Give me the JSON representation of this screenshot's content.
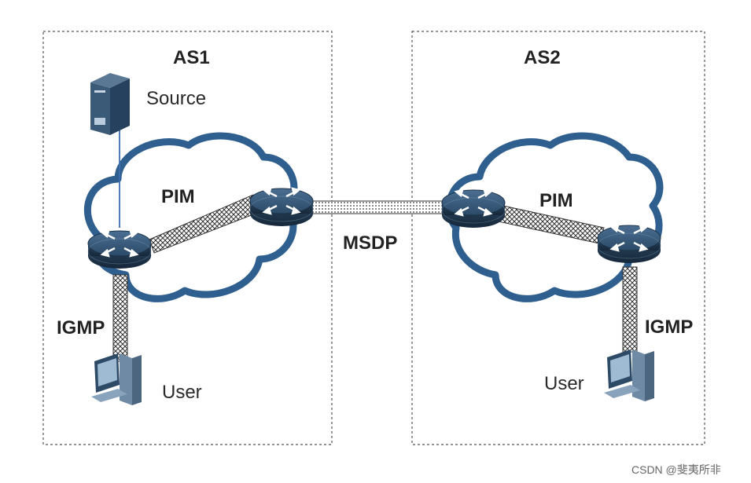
{
  "domains": [
    {
      "name": "AS1"
    },
    {
      "name": "AS2"
    }
  ],
  "labels": {
    "source": "Source",
    "pim_left": "PIM",
    "pim_right": "PIM",
    "msdp": "MSDP",
    "igmp_left": "IGMP",
    "igmp_right": "IGMP",
    "user_left": "User",
    "user_right": "User"
  },
  "watermark": "CSDN @斐夷所非",
  "colors": {
    "cloud_stroke": "#2f5f8f",
    "router_fill": "#2f4f6f",
    "box_border": "#555555"
  },
  "icons": [
    "router-icon",
    "server-icon",
    "pc-icon",
    "cloud-icon"
  ]
}
